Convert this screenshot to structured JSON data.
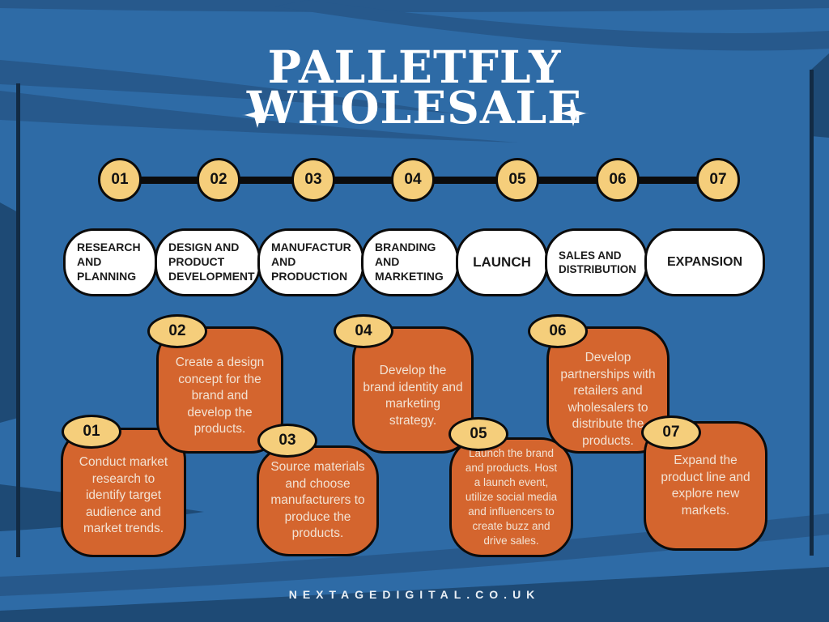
{
  "title": {
    "line1": "PALLETFLY",
    "line2": "WHOLESALE"
  },
  "stages": [
    {
      "label": "RESEARCH AND PLANNING"
    },
    {
      "label": "DESIGN AND PRODUCT DEVELOPMENT"
    },
    {
      "label": "MANUFACTUR AND PRODUCTION"
    },
    {
      "label": "BRANDING AND MARKETING"
    },
    {
      "label": "LAUNCH"
    },
    {
      "label": "SALES AND DISTRIBUTION"
    },
    {
      "label": "EXPANSION"
    }
  ],
  "steps": [
    {
      "number": "01",
      "description": "Conduct market research to identify target audience and market trends."
    },
    {
      "number": "02",
      "description": "Create a design concept for the brand and develop the products."
    },
    {
      "number": "03",
      "description": "Source materials and choose manufacturers to produce the products."
    },
    {
      "number": "04",
      "description": "Develop the brand identity and marketing strategy."
    },
    {
      "number": "05",
      "description": "Launch the brand and products. Host a launch event, utilize social media and influencers to create buzz and drive sales."
    },
    {
      "number": "06",
      "description": "Develop partnerships with retailers and wholesalers to distribute the products."
    },
    {
      "number": "07",
      "description": "Expand the product line and explore new markets."
    }
  ],
  "footer": {
    "website": "NEXTAGEDIGITAL.CO.UK"
  },
  "colors": {
    "background": "#2E6BA6",
    "swoosh": "#27598C",
    "swoosh_dark": "#1E4A75",
    "frame_line": "#122B44",
    "card_orange": "#D4652E",
    "badge_yellow": "#F5CE7B",
    "pill_white": "#FFFFFF",
    "card_text": "#F2E2D3",
    "outline_black": "#0B0B0B",
    "title_white": "#FFFFFF"
  }
}
